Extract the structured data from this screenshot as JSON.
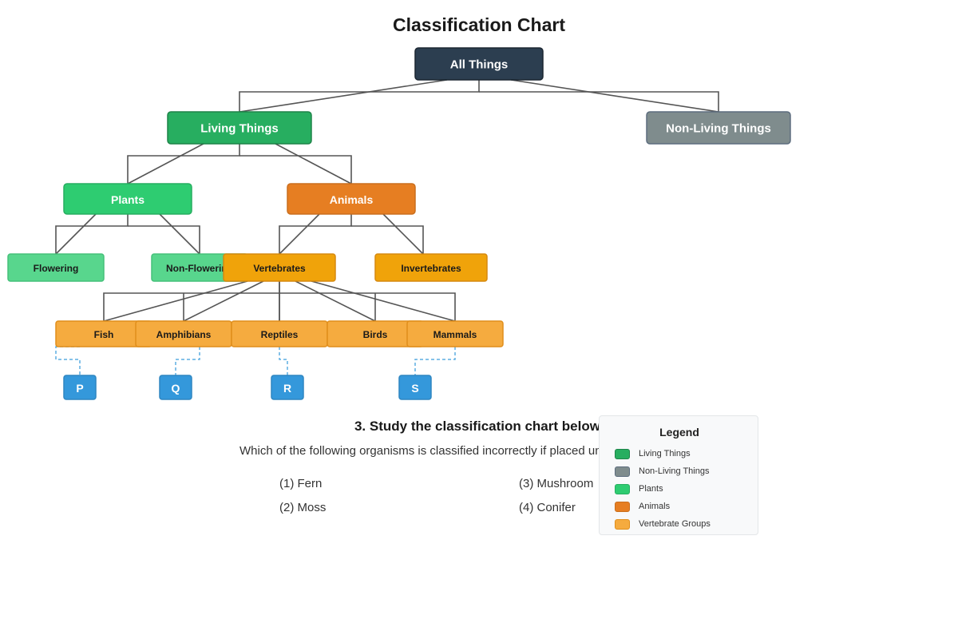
{
  "title": "Classification Chart",
  "nodes": {
    "all_things": "All Things",
    "living_things": "Living Things",
    "non_living_things": "Non-Living Things",
    "plants": "Plants",
    "animals": "Animals",
    "flowering": "Flowering",
    "non_flowering": "Non-Flowering",
    "vertebrates": "Vertebrates",
    "invertebrates": "Invertebrates",
    "fish": "Fish",
    "amphibians": "Amphibians",
    "reptiles": "Reptiles",
    "birds": "Birds",
    "mammals": "Mammals",
    "p": "P",
    "q": "Q",
    "r": "R",
    "s": "S"
  },
  "question": {
    "number_text": "3. Study the classification chart below.",
    "prompt": "Which of the following organisms is classified incorrectly if placed under \"Non-Flowering\"?",
    "options": [
      "(1) Fern",
      "(2) Moss",
      "(3) Mushroom",
      "(4) Conifer"
    ]
  },
  "legend": {
    "title": "Legend",
    "items": [
      {
        "label": "Living Things",
        "color": "#27ae60",
        "border": "#1e8449"
      },
      {
        "label": "Non-Living Things",
        "color": "#7f8c8d",
        "border": "#5d6d7e"
      },
      {
        "label": "Plants",
        "color": "#2ecc71",
        "border": "#27ae60"
      },
      {
        "label": "Animals",
        "color": "#e67e22",
        "border": "#ca6f1e"
      },
      {
        "label": "Vertebrate Groups",
        "color": "#f5ab3f",
        "border": "#e08e1b"
      }
    ]
  },
  "colors": {
    "all_things": "#2c3e50",
    "living_things": "#27ae60",
    "non_living_things": "#7f8c8d",
    "plants": "#2ecc71",
    "subplants": "#58d68d",
    "animals": "#e67e22",
    "subanimals": "#f0a30a",
    "vertebrate_groups": "#f5ab3f",
    "labels": "#3498db",
    "connector": "#555555",
    "dashed_connector": "#5dade2"
  }
}
